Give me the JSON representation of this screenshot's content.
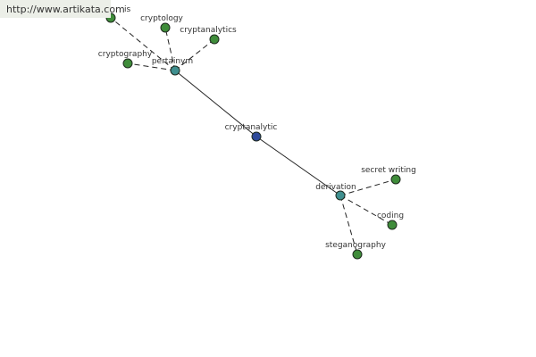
{
  "watermark": {
    "url": "http://www.artikata.com"
  },
  "colors": {
    "center_node": "#2f4a9a",
    "hub_node": "#3f8f8f",
    "leaf_node": "#3f8c3a",
    "edge": "#222222",
    "label": "#333333"
  },
  "nodes": [
    {
      "id": "cryptanalytic",
      "label": "cryptanalytic",
      "kind": "center"
    },
    {
      "id": "pertainym",
      "label": "pertainym",
      "kind": "hub"
    },
    {
      "id": "derivation",
      "label": "derivation",
      "kind": "hub"
    },
    {
      "id": "cryptanalysis",
      "label": "is",
      "kind": "leaf"
    },
    {
      "id": "cryptology",
      "label": "cryptology",
      "kind": "leaf"
    },
    {
      "id": "cryptanalytics",
      "label": "cryptanalytics",
      "kind": "leaf"
    },
    {
      "id": "cryptography",
      "label": "cryptography",
      "kind": "leaf"
    },
    {
      "id": "secret-writing",
      "label": "secret writing",
      "kind": "leaf"
    },
    {
      "id": "coding",
      "label": "coding",
      "kind": "leaf"
    },
    {
      "id": "steganography",
      "label": "steganography",
      "kind": "leaf"
    }
  ],
  "edges": [
    {
      "from": "cryptanalytic",
      "to": "pertainym",
      "style": "solid"
    },
    {
      "from": "cryptanalytic",
      "to": "derivation",
      "style": "solid"
    },
    {
      "from": "pertainym",
      "to": "cryptanalysis",
      "style": "dashed"
    },
    {
      "from": "pertainym",
      "to": "cryptology",
      "style": "dashed"
    },
    {
      "from": "pertainym",
      "to": "cryptanalytics",
      "style": "dashed"
    },
    {
      "from": "pertainym",
      "to": "cryptography",
      "style": "dashed"
    },
    {
      "from": "derivation",
      "to": "secret-writing",
      "style": "dashed"
    },
    {
      "from": "derivation",
      "to": "coding",
      "style": "dashed"
    },
    {
      "from": "derivation",
      "to": "steganography",
      "style": "dashed"
    }
  ]
}
